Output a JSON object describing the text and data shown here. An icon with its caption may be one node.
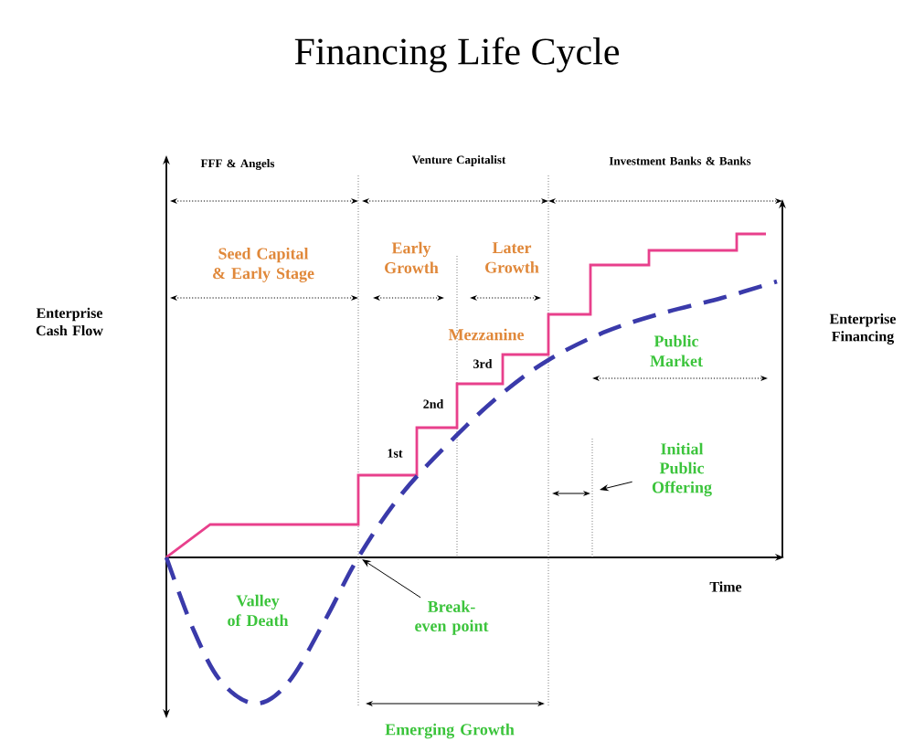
{
  "diagram": {
    "title": "Financing Life Cycle",
    "nodes": [
      {
        "text": [
          "Initial Public Offering"
        ]
      },
      {
        "text": [
          "Break-even point"
        ]
      }
    ],
    "edges": [
      {
        "from": 0,
        "to": null,
        "arrow": "to"
      },
      {
        "from": 1,
        "to": null,
        "arrow": "to"
      }
    ],
    "labels": [
      "FFF & Angels",
      "Venture Capitalist",
      "Investment Banks & Banks",
      "Seed Capital & Early Stage",
      "Early Growth",
      "Later Growth",
      "Enterprise Cash Flow",
      "Enterprise Financing",
      "Mezzanine",
      "3rd",
      "2nd",
      "Public Market",
      "1st",
      "Time",
      "Valley of Death",
      "Emerging Growth"
    ]
  }
}
